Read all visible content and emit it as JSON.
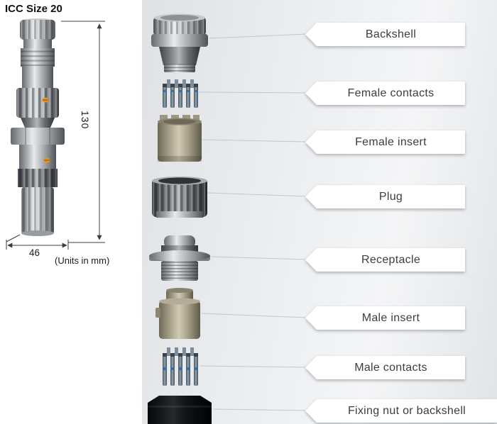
{
  "title": "ICC Size 20",
  "figure": {
    "height_mm": "130",
    "width_mm": "46",
    "units_note": "(Units in mm)"
  },
  "parts": [
    {
      "id": "backshell",
      "label": "Backshell"
    },
    {
      "id": "female-contacts",
      "label": "Female contacts"
    },
    {
      "id": "female-insert",
      "label": "Female insert"
    },
    {
      "id": "plug",
      "label": "Plug"
    },
    {
      "id": "receptacle",
      "label": "Receptacle"
    },
    {
      "id": "male-insert",
      "label": "Male insert"
    },
    {
      "id": "male-contacts",
      "label": "Male contacts"
    },
    {
      "id": "fixing-nut",
      "label": "Fixing nut or backshell"
    }
  ],
  "colors": {
    "accent_orange": "#e6941e",
    "metal_light": "#e8eaec",
    "metal_dark": "#505356",
    "insert_tan": "#d0cab4",
    "contact_blue": "#3d6d9e",
    "panel_background": "#e7e9ec",
    "callout_background": "#ffffff",
    "label_text": "#3a3d41"
  }
}
